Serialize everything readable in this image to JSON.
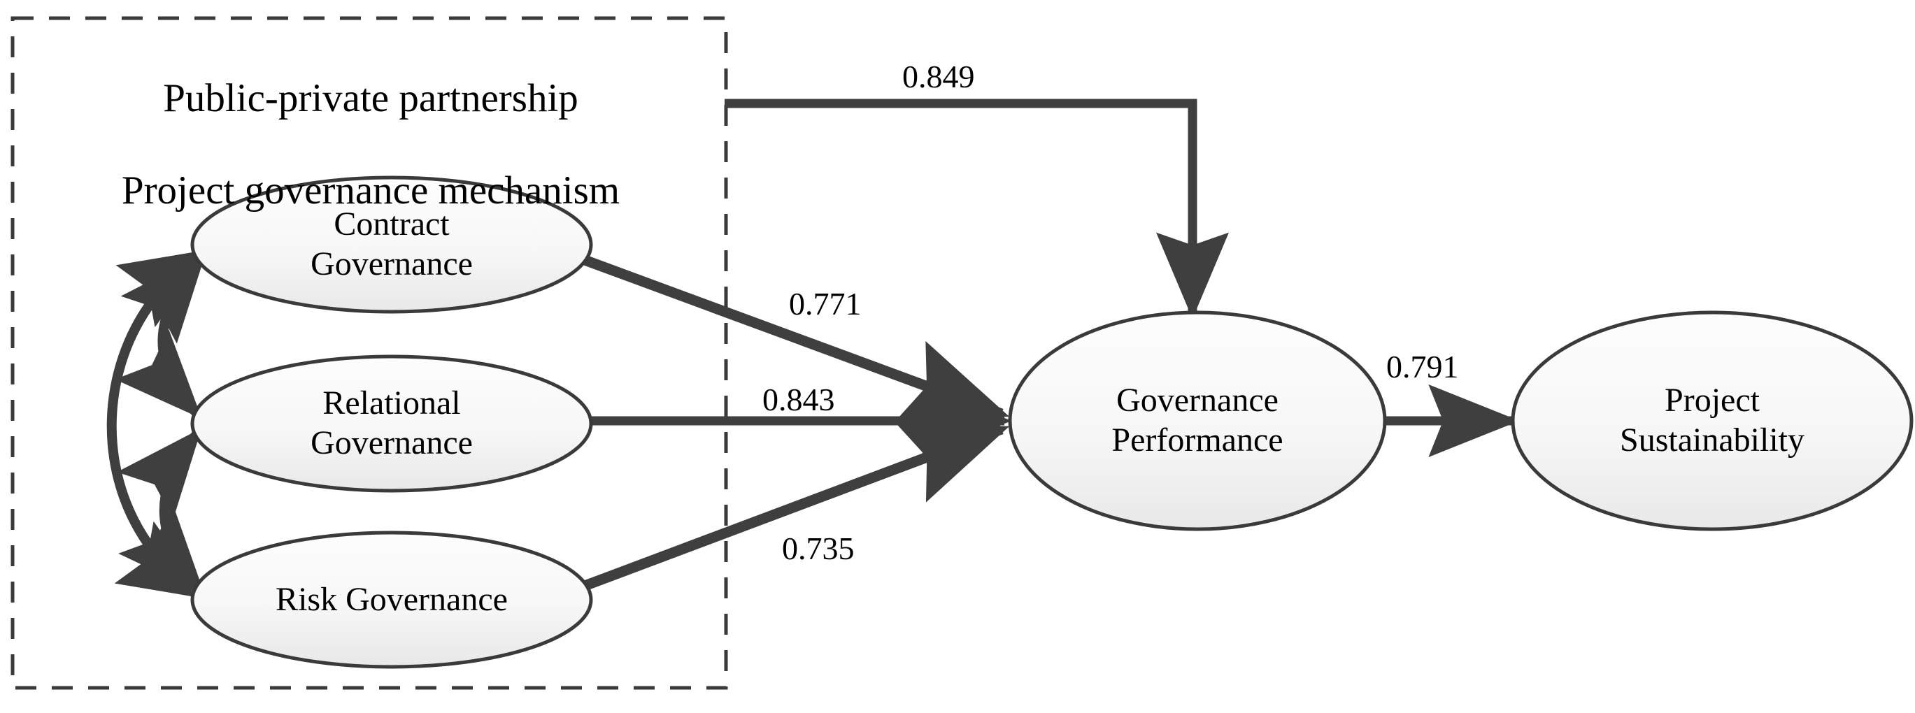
{
  "diagram": {
    "type": "structural-equation-model",
    "background_color": "#ffffff",
    "stroke_color": "#3f3f3f",
    "ellipse_border_color": "#3a3a3a",
    "ellipse_fill_top": "#fdfdfd",
    "ellipse_fill_bottom": "#ececec",
    "text_color": "#000000",
    "group": {
      "title": "Public-private partnership\nProject governance mechanism",
      "title_line1": "Public-private partnership",
      "title_line2": "Project governance mechanism",
      "border_style": "dashed"
    },
    "nodes": [
      {
        "id": "contract",
        "label": "Contract\nGovernance",
        "line1": "Contract",
        "line2": "Governance"
      },
      {
        "id": "relational",
        "label": "Relational\nGovernance",
        "line1": "Relational",
        "line2": "Governance"
      },
      {
        "id": "risk",
        "label": "Risk Governance",
        "line1": "Risk Governance",
        "line2": ""
      },
      {
        "id": "performance",
        "label": "Governance\nPerformance",
        "line1": "Governance",
        "line2": "Performance"
      },
      {
        "id": "sustainability",
        "label": "Project\nSustainability",
        "line1": "Project",
        "line2": "Sustainability"
      }
    ],
    "paths": [
      {
        "from": "ppp-mechanism",
        "to": "performance",
        "coefficient": "0.849"
      },
      {
        "from": "contract",
        "to": "performance",
        "coefficient": "0.771"
      },
      {
        "from": "relational",
        "to": "performance",
        "coefficient": "0.843"
      },
      {
        "from": "risk",
        "to": "performance",
        "coefficient": "0.735"
      },
      {
        "from": "performance",
        "to": "sustainability",
        "coefficient": "0.791"
      }
    ],
    "correlations": [
      {
        "between": [
          "contract",
          "relational"
        ],
        "style": "double-headed-curved"
      },
      {
        "between": [
          "relational",
          "risk"
        ],
        "style": "double-headed-curved"
      },
      {
        "between": [
          "contract",
          "risk"
        ],
        "style": "double-headed-curved"
      }
    ]
  }
}
